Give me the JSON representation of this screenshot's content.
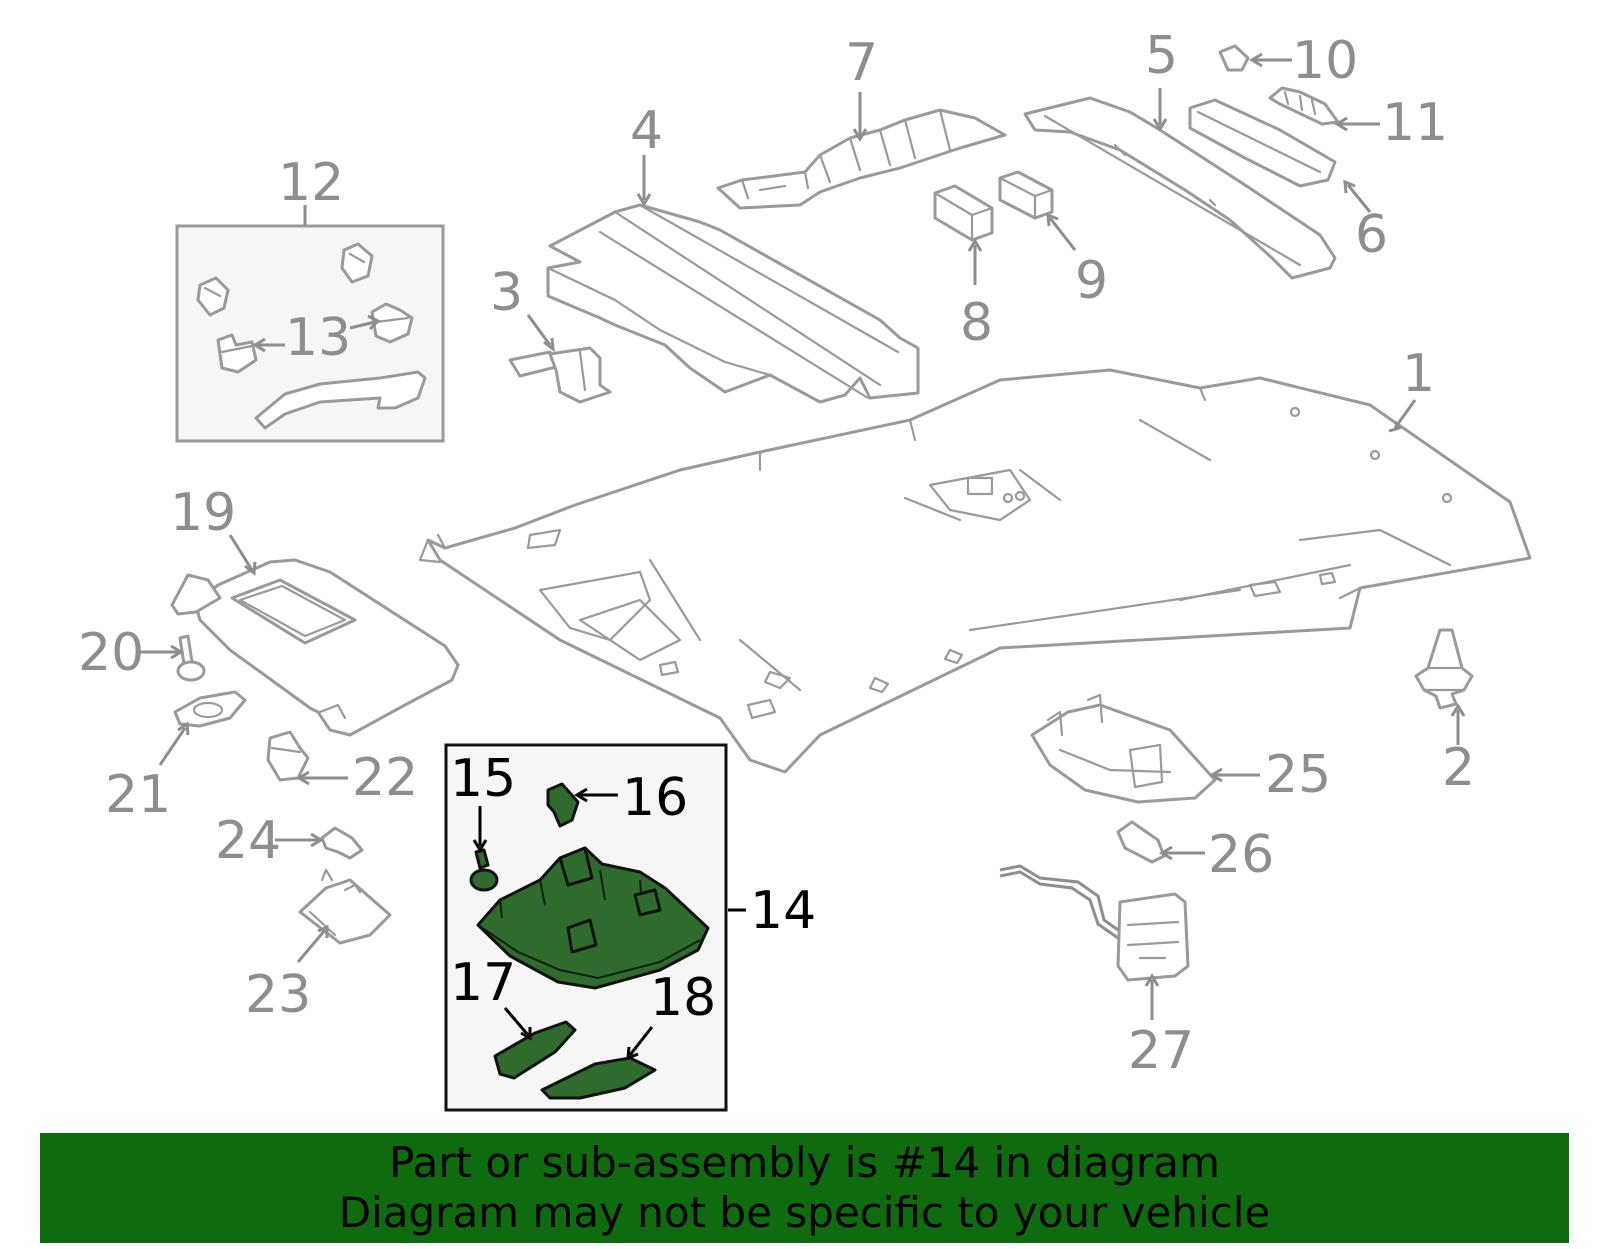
{
  "callouts": {
    "c1": "1",
    "c2": "2",
    "c3": "3",
    "c4": "4",
    "c5": "5",
    "c6": "6",
    "c7": "7",
    "c8": "8",
    "c9": "9",
    "c10": "10",
    "c11": "11",
    "c12": "12",
    "c13": "13",
    "c14": "14",
    "c15": "15",
    "c16": "16",
    "c17": "17",
    "c18": "18",
    "c19": "19",
    "c20": "20",
    "c21": "21",
    "c22": "22",
    "c23": "23",
    "c24": "24",
    "c25": "25",
    "c26": "26",
    "c27": "27"
  },
  "highlighted_part": "14",
  "banner": {
    "line1": "Part or sub-assembly is #14 in diagram",
    "line2": "Diagram may not be specific to your vehicle"
  },
  "colors": {
    "highlight": "#2f6b2c",
    "banner": "#0e6b0e",
    "part_outline": "#9a9a9a"
  }
}
